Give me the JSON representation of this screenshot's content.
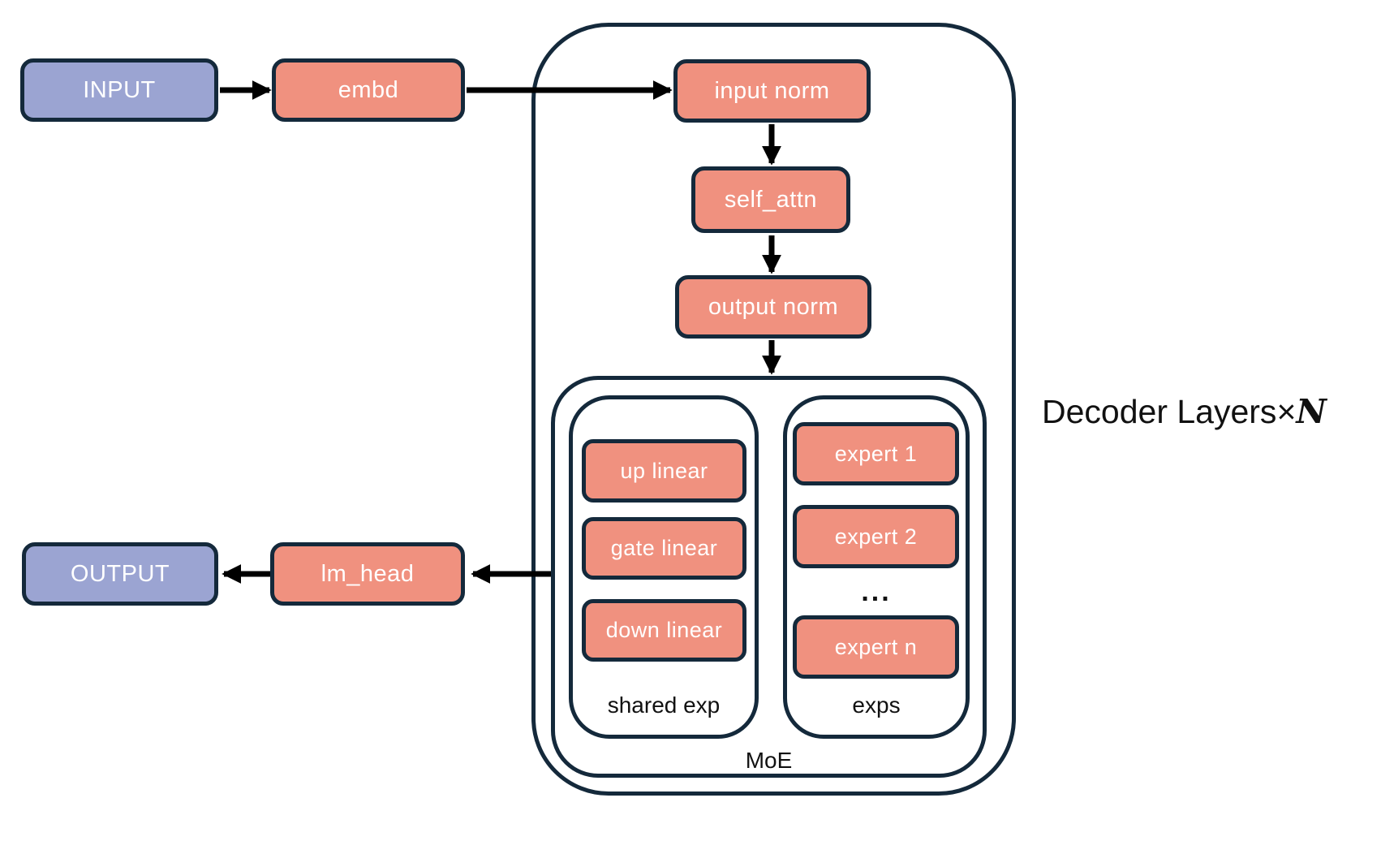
{
  "diagram": {
    "nodes": {
      "input": "INPUT",
      "embd": "embd",
      "input_norm": "input norm",
      "self_attn": "self_attn",
      "output_norm": "output norm",
      "up_linear": "up linear",
      "gate_linear": "gate linear",
      "down_linear": "down linear",
      "expert_1": "expert 1",
      "expert_2": "expert 2",
      "expert_n": "expert n",
      "lm_head": "lm_head",
      "output": "OUTPUT"
    },
    "labels": {
      "shared_exp": "shared exp",
      "exps": "exps",
      "moe": "MoE",
      "ellipsis": "...",
      "decoder_layers": "Decoder Layers",
      "times": "×",
      "n": "N"
    },
    "colors": {
      "module_fill": "#F0917F",
      "io_fill": "#9BA4D2",
      "outline": "#14293B",
      "arrow": "#000000",
      "box_text": "#FFFFFF",
      "label_text": "#111111"
    }
  }
}
